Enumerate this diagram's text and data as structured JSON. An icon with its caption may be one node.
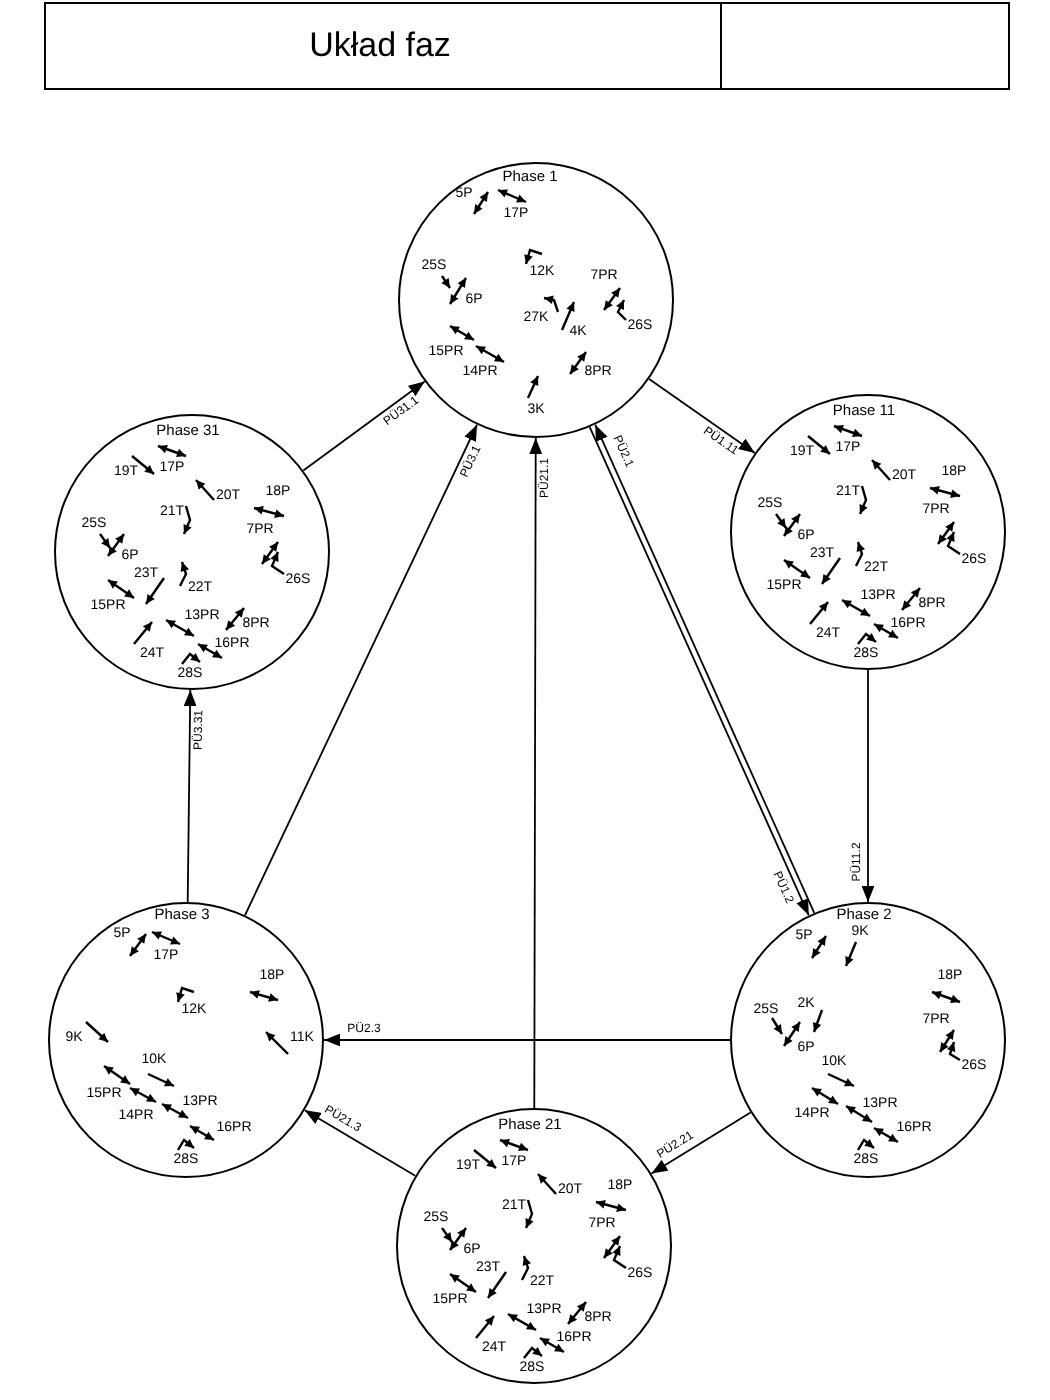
{
  "diagram": {
    "title": "Układ faz",
    "nodes": [
      {
        "text": [
          "Phase 1",
          "5P",
          "17P",
          "25S",
          "12K",
          "7PR",
          "6P",
          "27K",
          "26S",
          "4K",
          "15PR",
          "14PR",
          "8PR",
          "3K"
        ]
      },
      {
        "text": [
          "Phase 31",
          "17P",
          "19T",
          "20T",
          "18P",
          "21T",
          "25S",
          "7PR",
          "6P",
          "23T",
          "26S",
          "22T",
          "15PR",
          "13PR",
          "8PR",
          "16PR",
          "24T",
          "28S"
        ]
      },
      {
        "text": [
          "Phase 11",
          "17P",
          "19T",
          "20T",
          "18P",
          "21T",
          "25S",
          "7PR",
          "6P",
          "23T",
          "26S",
          "22T",
          "15PR",
          "13PR",
          "8PR",
          "16PR",
          "24T",
          "28S"
        ]
      },
      {
        "text": [
          "Phase 3",
          "5P",
          "17P",
          "18P",
          "12K",
          "9K",
          "11K",
          "10K",
          "15PR",
          "13PR",
          "14PR",
          "16PR",
          "28S"
        ]
      },
      {
        "text": [
          "Phase 2",
          "5P",
          "9K",
          "18P",
          "2K",
          "25S",
          "7PR",
          "6P",
          "10K",
          "26S",
          "13PR",
          "14PR",
          "16PR",
          "28S"
        ]
      },
      {
        "text": [
          "Phase 21",
          "17P",
          "19T",
          "20T",
          "18P",
          "21T",
          "25S",
          "7PR",
          "6P",
          "23T",
          "26S",
          "22T",
          "15PR",
          "13PR",
          "8PR",
          "16PR",
          "24T",
          "28S"
        ]
      }
    ],
    "edges": [
      {
        "from": 1,
        "to": 0,
        "arrow": "to",
        "label": "PÜ31.1"
      },
      {
        "from": 0,
        "to": 2,
        "arrow": "to",
        "label": "PÜ1.11"
      },
      {
        "from": 3,
        "to": 0,
        "arrow": "to",
        "label": "PÜ3.1"
      },
      {
        "from": 5,
        "to": 0,
        "arrow": "to",
        "label": "PÜ21.1"
      },
      {
        "from": 4,
        "to": 0,
        "arrow": "to",
        "label": "PÜ2.1"
      },
      {
        "from": 0,
        "to": 4,
        "arrow": "to",
        "label": "PÜ1.2"
      },
      {
        "from": 2,
        "to": 4,
        "arrow": "to",
        "label": "PÜ11.2"
      },
      {
        "from": 4,
        "to": 3,
        "arrow": "to",
        "label": "PÜ2.3"
      },
      {
        "from": 5,
        "to": 3,
        "arrow": "to",
        "label": "PÜ21.3"
      },
      {
        "from": 4,
        "to": 5,
        "arrow": "to",
        "label": "PÜ2.21"
      },
      {
        "from": 3,
        "to": 1,
        "arrow": "to",
        "label": "PÜ3.31"
      }
    ]
  }
}
